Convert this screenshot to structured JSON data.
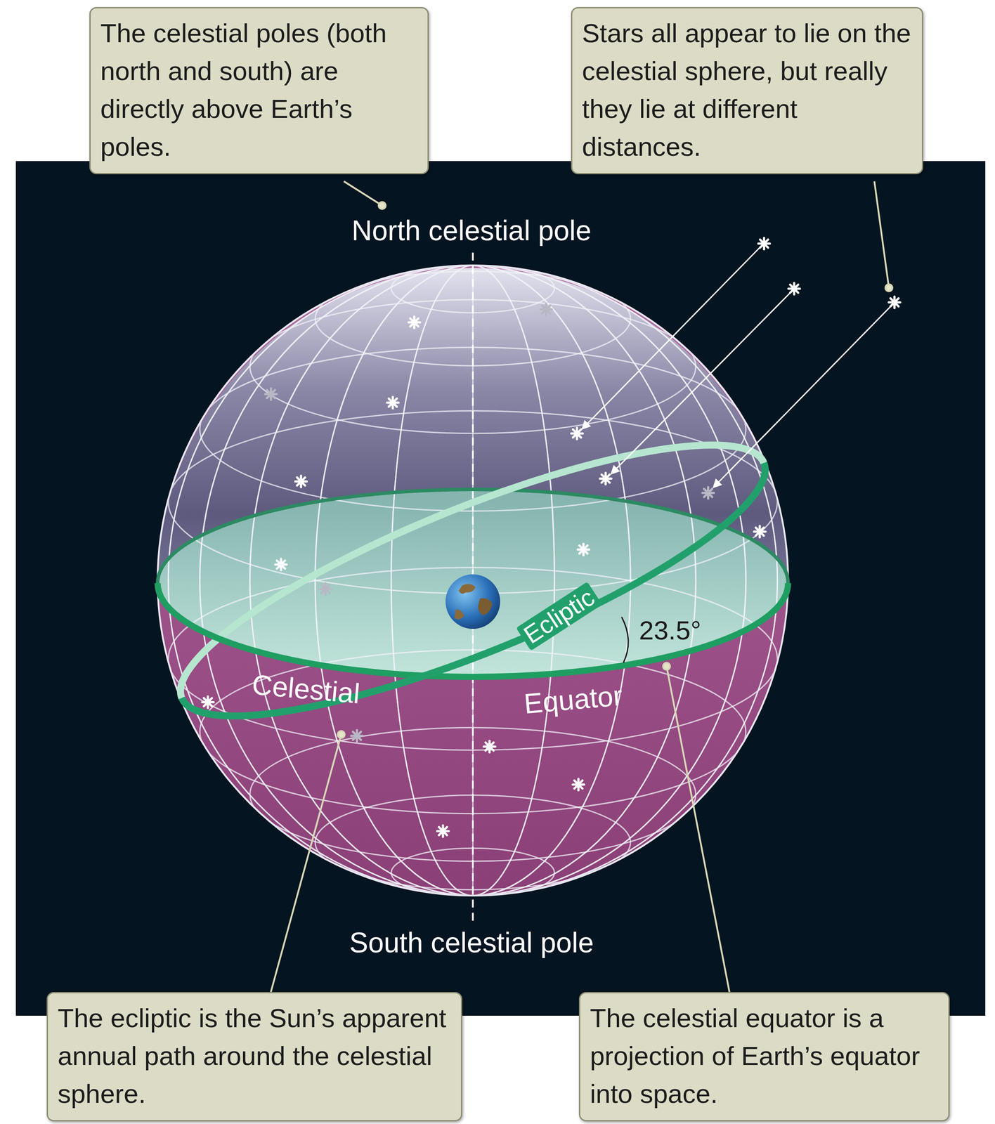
{
  "diagram": {
    "nodes": [
      {
        "text": [
          "The celestial poles (both north and south) are directly above Earth’s poles."
        ]
      },
      {
        "text": [
          "Stars all appear to lie on the celestial sphere, but really they lie at different distances."
        ]
      },
      {
        "text": [
          "The ecliptic is the Sun’s apparent annual path around the celestial sphere."
        ]
      },
      {
        "text": [
          "The celestial equator is a projection of Earth’s equator into space."
        ]
      }
    ],
    "edges": [],
    "labels": [
      "North celestial pole",
      "Ecliptic",
      "23.5°",
      "Celestial",
      "Equator",
      "South celestial pole"
    ]
  }
}
